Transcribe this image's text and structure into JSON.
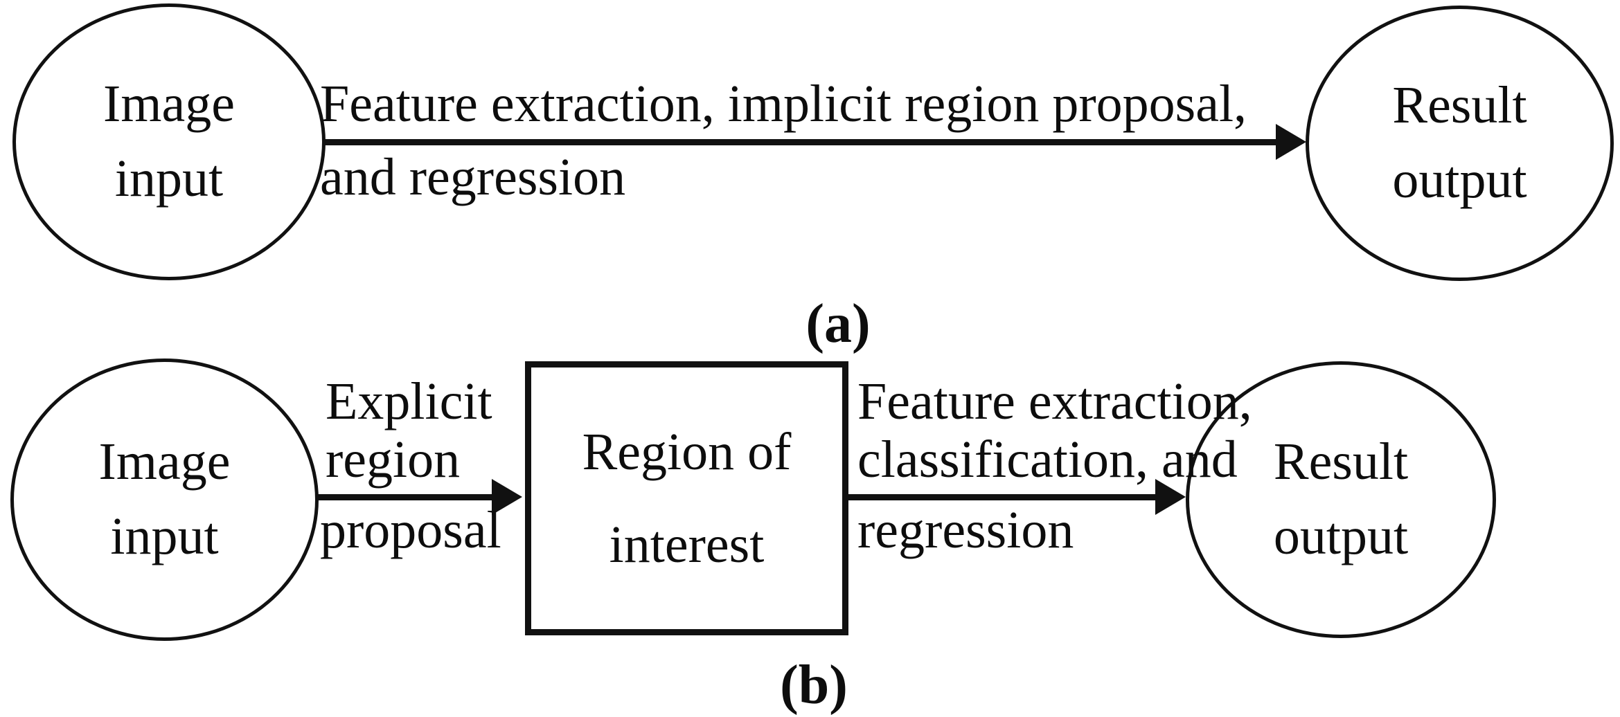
{
  "figure": {
    "panels": [
      {
        "id": "a",
        "label": "(a)",
        "nodes": {
          "input": {
            "line1": "Image",
            "line2": "input"
          },
          "output": {
            "line1": "Result",
            "line2": "output"
          }
        },
        "edge": {
          "line1": "Feature extraction, implicit region proposal,",
          "line2": "and regression"
        }
      },
      {
        "id": "b",
        "label": "(b)",
        "nodes": {
          "input": {
            "line1": "Image",
            "line2": "input"
          },
          "roi": {
            "line1": "Region of",
            "line2": "interest"
          },
          "output": {
            "line1": "Result",
            "line2": "output"
          }
        },
        "edge1": {
          "line1": "Explicit",
          "line2": "region",
          "line3": "proposal"
        },
        "edge2": {
          "line1": "Feature extraction,",
          "line2": "classification,  and",
          "line3": "regression"
        }
      }
    ]
  },
  "style": {
    "stroke": "#111111",
    "background": "#ffffff",
    "text": "#0d0d0d"
  }
}
